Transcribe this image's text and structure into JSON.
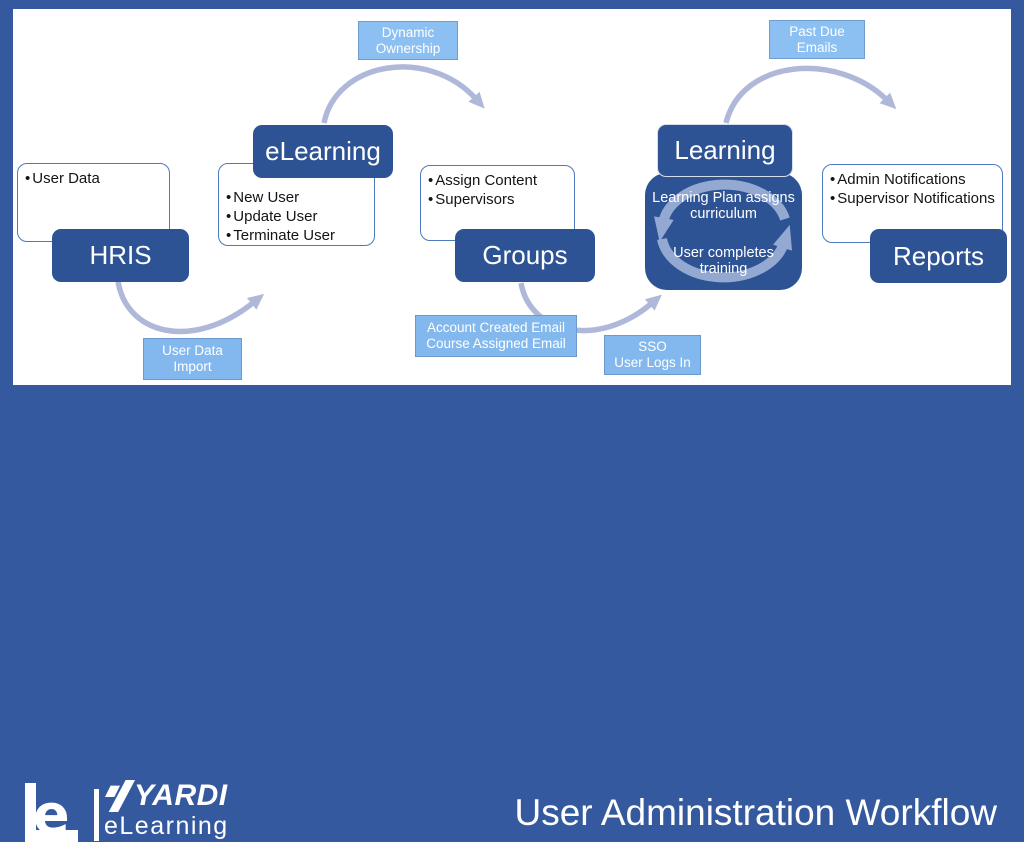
{
  "icons": {
    "bullet": "•"
  },
  "colors": {
    "frame": "#35599E",
    "stage_box": "#2D5395",
    "connector_label": "#83B8EE",
    "connector_label_light": "#8CC0F2",
    "arrow": "#AFB8D8",
    "cycle_arrow": "#93A9D1",
    "note_border": "#4D79BE"
  },
  "diagram": {
    "stages": [
      {
        "label": "HRIS",
        "notes": [
          "User Data"
        ]
      },
      {
        "label": "eLearning",
        "notes": [
          "New User",
          "Update User",
          "Terminate User"
        ]
      },
      {
        "label": "Groups",
        "notes": [
          "Assign Content",
          "Supervisors"
        ]
      },
      {
        "label": "Learning",
        "cycle_steps": [
          "Learning Plan assigns curriculum",
          "User completes training"
        ]
      },
      {
        "label": "Reports",
        "notes": [
          "Admin Notifications",
          "Supervisor Notifications"
        ]
      }
    ],
    "connector_labels": {
      "user_data_import": [
        "User Data",
        "Import"
      ],
      "dynamic_ownership": [
        "Dynamic",
        "Ownership"
      ],
      "account_emails": [
        "Account Created Email",
        "Course Assigned Email"
      ],
      "sso": [
        "SSO",
        "User Logs In"
      ],
      "past_due_emails": [
        "Past Due",
        "Emails"
      ]
    }
  },
  "footer": {
    "logo_mark": "e",
    "brand_name": "YARDI",
    "brand_sub": "eLearning",
    "title": "User Administration Workflow"
  }
}
